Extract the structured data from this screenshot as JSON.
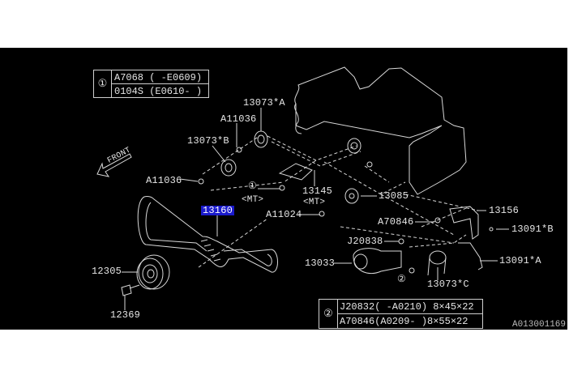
{
  "legend_box_1": {
    "marker": "①",
    "rows": [
      "A7068 ( -E0609)",
      "0104S (E0610- )"
    ]
  },
  "legend_box_2": {
    "marker": "②",
    "rows": [
      "J20832( -A0210) 8×45×22",
      "A70846(A0209- )8×55×22"
    ]
  },
  "front_label": "FRONT",
  "callouts": {
    "c13073a": "13073*A",
    "a11036_top": "A11036",
    "c13073b": "13073*B",
    "a11036_left": "A11036",
    "ref1": "①",
    "mt1": "<MT>",
    "c13145": "13145",
    "mt2": "<MT>",
    "c13085": "13085",
    "c13160": "13160",
    "a11024": "A11024",
    "c13156": "13156",
    "a70846": "A70846",
    "c13091b": "13091*B",
    "j20838": "J20838",
    "c13033": "13033",
    "c13091a": "13091*A",
    "c13073c": "13073*C",
    "ref2": "②",
    "c12305": "12305",
    "c12369": "12369"
  },
  "highlighted_part": "13160",
  "highlight_color": "#1a1acc",
  "figure_id": "A013001169"
}
